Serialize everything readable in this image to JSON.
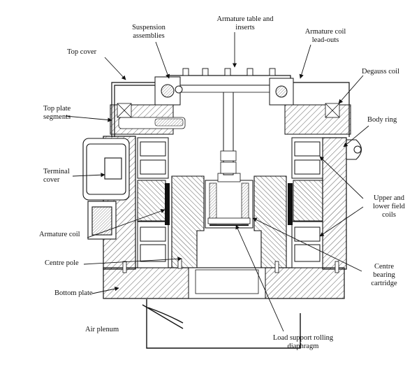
{
  "labels": {
    "suspension": [
      "Suspension",
      "assemblies"
    ],
    "armature_table": [
      "Armature table and",
      "inserts"
    ],
    "armature_leadouts": [
      "Armature coil",
      "lead-outs"
    ],
    "top_cover": [
      "Top cover"
    ],
    "degauss": [
      "Degauss coil"
    ],
    "top_plate": [
      "Top plate",
      "segments"
    ],
    "body_ring": [
      "Body ring"
    ],
    "terminal_cover": [
      "Terminal",
      "cover"
    ],
    "field_coils": [
      "Upper and",
      "lower field",
      "coils"
    ],
    "armature_coil": [
      "Armature coil"
    ],
    "centre_pole": [
      "Centre pole"
    ],
    "centre_bearing": [
      "Centre",
      "bearing",
      "cartridge"
    ],
    "bottom_plate": [
      "Bottom plate"
    ],
    "air_plenum": [
      "Air plenum"
    ],
    "load_support": [
      "Load support rolling",
      "diaphragm"
    ]
  }
}
